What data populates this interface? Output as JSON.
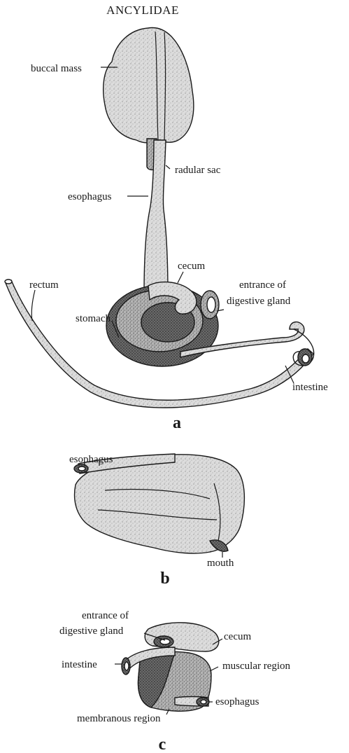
{
  "title": "ANCYLIDAE",
  "figure_a": {
    "panel_label": "a",
    "labels": {
      "buccal_mass": "buccal mass",
      "radular_sac": "radular sac",
      "esophagus": "esophagus",
      "cecum": "cecum",
      "rectum": "rectum",
      "stomach": "stomach",
      "entrance_line1": "entrance of",
      "entrance_line2": "digestive gland",
      "intestine": "intestine"
    }
  },
  "figure_b": {
    "panel_label": "b",
    "labels": {
      "esophagus": "esophagus",
      "mouth": "mouth"
    }
  },
  "figure_c": {
    "panel_label": "c",
    "labels": {
      "entrance_line1": "entrance of",
      "entrance_line2": "digestive gland",
      "cecum": "cecum",
      "intestine": "intestine",
      "muscular_region": "muscular region",
      "esophagus": "esophagus",
      "membranous_region": "membranous region"
    }
  },
  "colors": {
    "ink": "#1a1a1a",
    "stipple_light": "#c8c8c8",
    "stipple_mid": "#9a9a9a",
    "stipple_dark": "#4a4a4a"
  }
}
